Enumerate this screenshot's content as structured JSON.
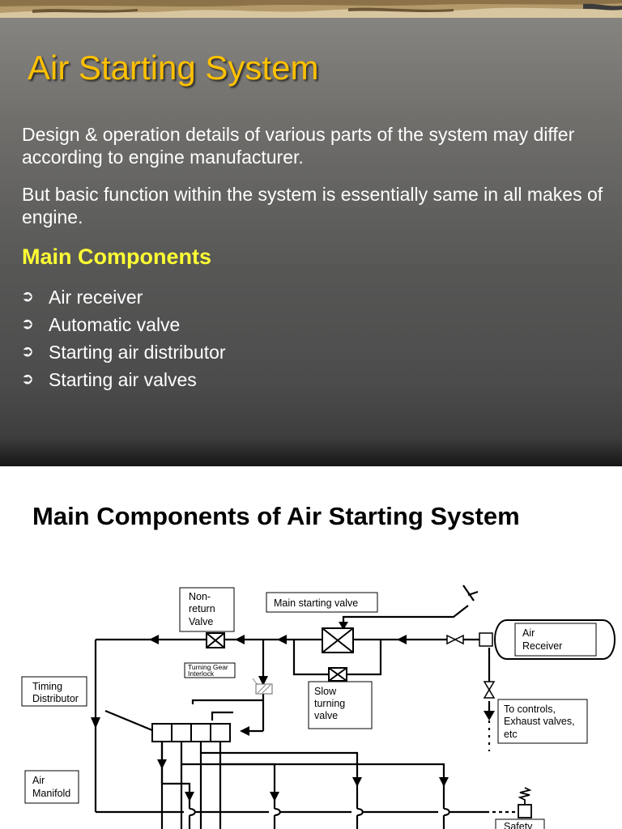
{
  "slide1": {
    "title": "Air Starting System",
    "paragraphs": [
      "Design & operation details of various parts of the system may differ according to engine manufacturer.",
      "But basic function within the system is essentially same in all makes of engine."
    ],
    "section_heading": "Main Components",
    "bullet_glyph": "➲",
    "components": [
      "Air receiver",
      "Automatic valve",
      "Starting air distributor",
      "Starting air valves"
    ],
    "colors": {
      "title": "#ffc000",
      "heading": "#ffff33",
      "text": "#ffffff"
    }
  },
  "slide2": {
    "title": "Main Components of Air Starting System",
    "diagram": {
      "non_return_valve": [
        "Non-",
        "return",
        "Valve"
      ],
      "main_starting_valve": "Main starting valve",
      "air_receiver": [
        "Air",
        "Receiver"
      ],
      "turning_gear_interlock": [
        "Turning Gear",
        "Interlock"
      ],
      "slow_turning_valve": [
        "Slow",
        "turning",
        "valve"
      ],
      "timing_distributor": [
        "Timing",
        "Distributor"
      ],
      "to_controls": [
        "To controls,",
        "Exhaust valves,",
        "etc"
      ],
      "air_manifold": [
        "Air",
        "Manifold"
      ],
      "safety": "Safety"
    }
  }
}
